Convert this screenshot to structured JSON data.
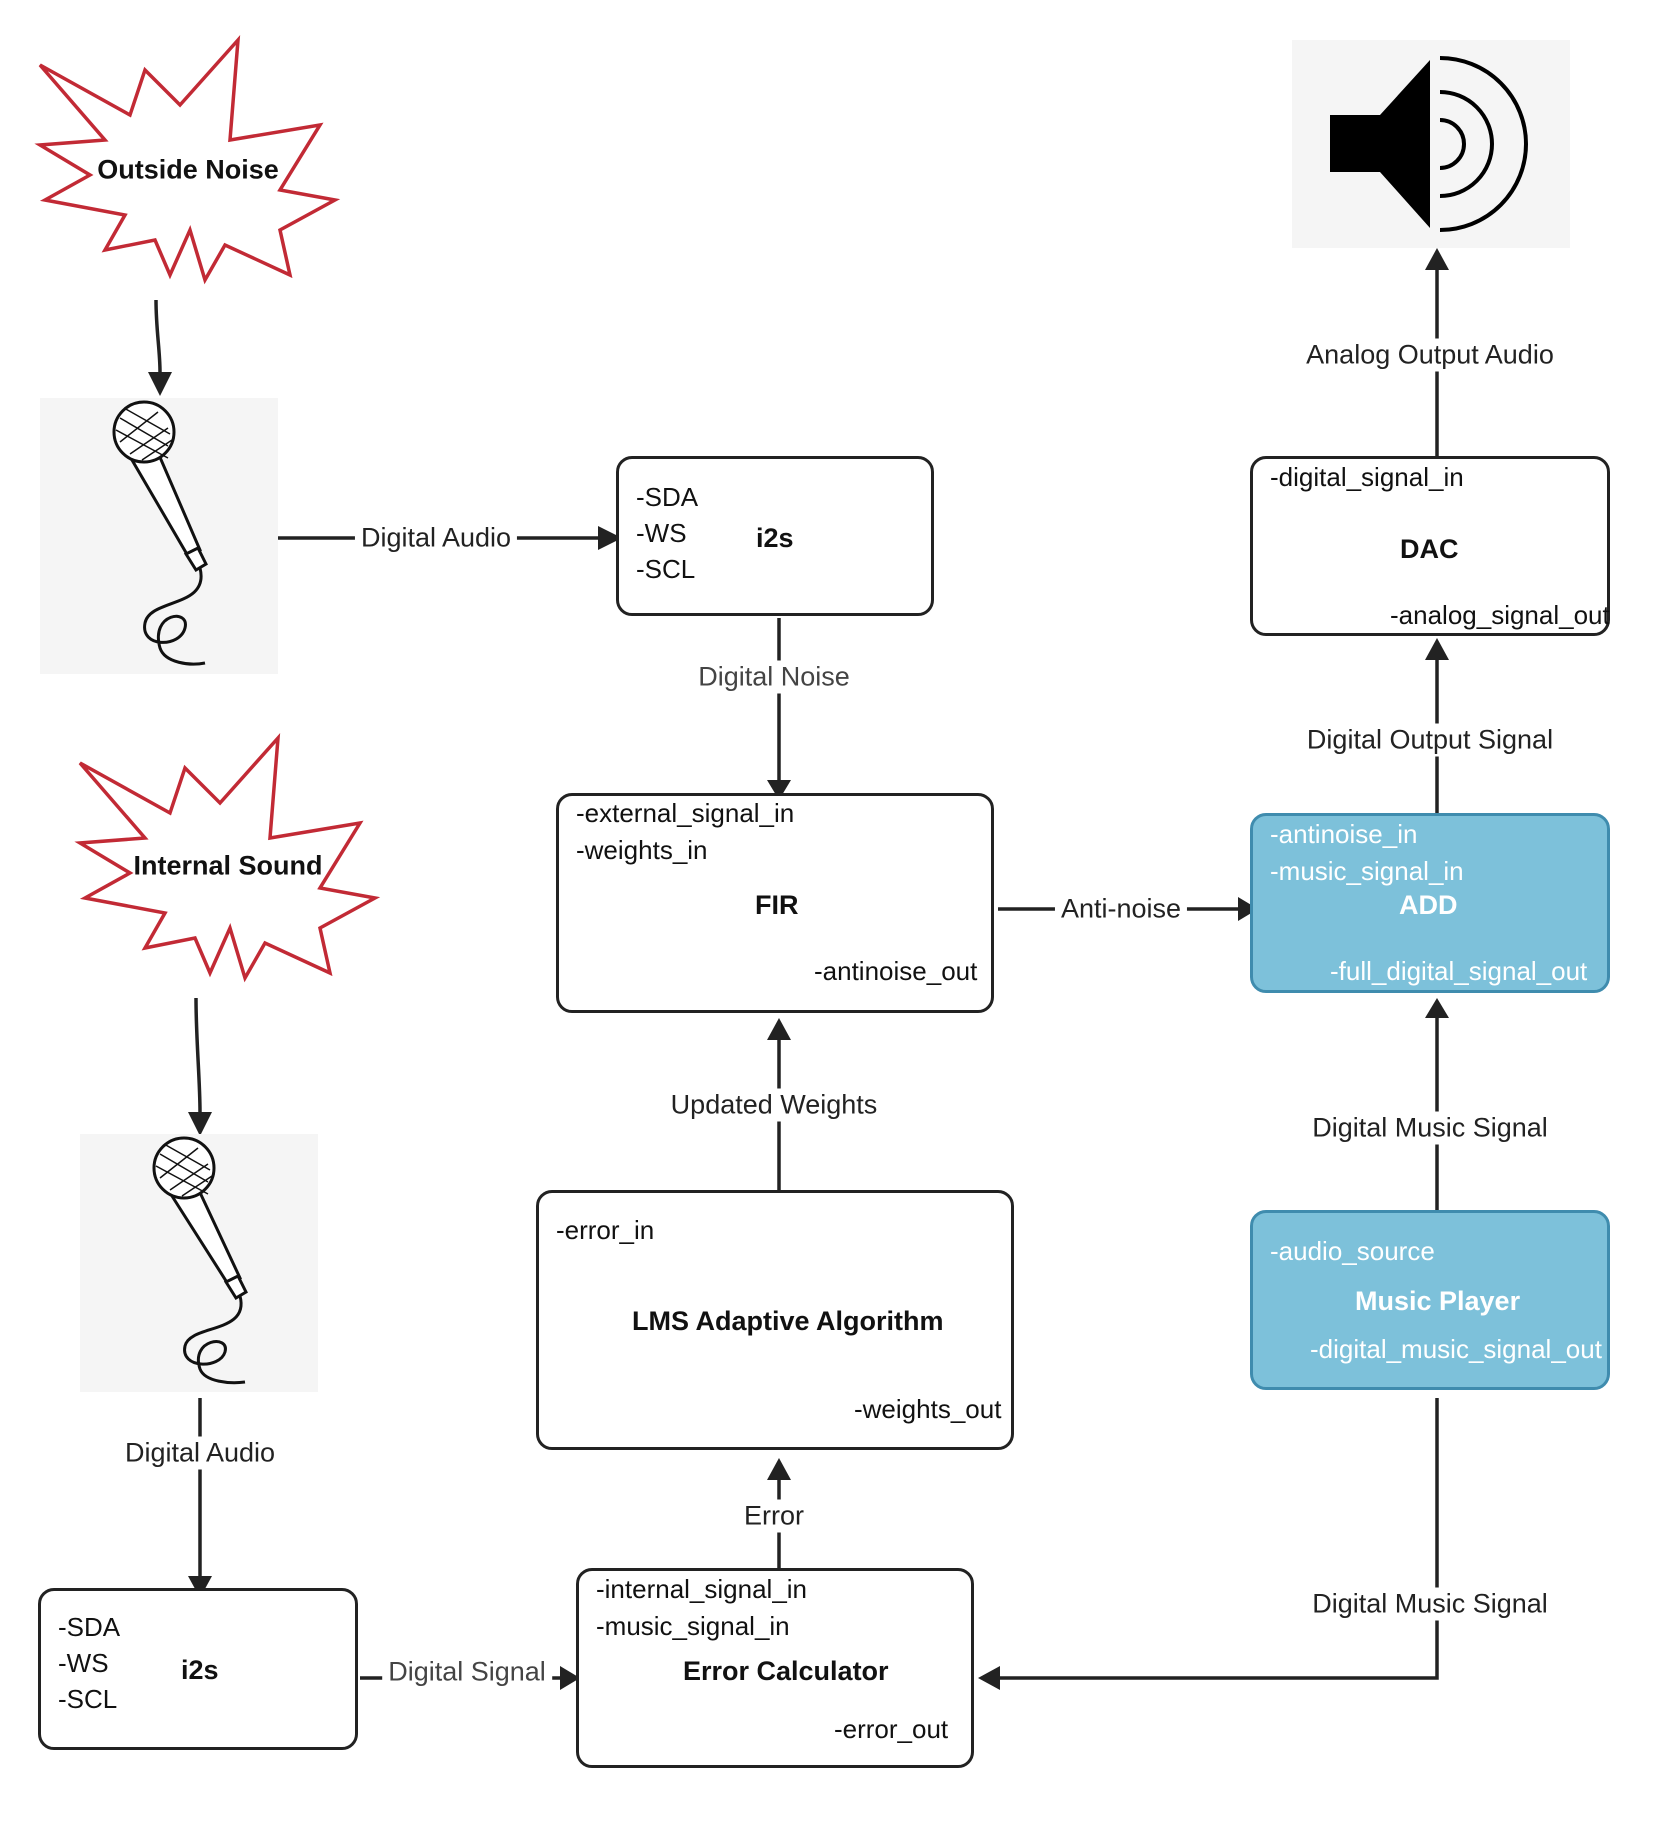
{
  "sources": {
    "outside_noise": "Outside Noise",
    "internal_sound": "Internal Sound"
  },
  "icons": {
    "mic_top": "microphone-icon",
    "mic_bottom": "microphone-icon",
    "speaker": "speaker-icon"
  },
  "colors": {
    "burst_stroke": "#c22a35",
    "block_blue": "#7dc1da",
    "block_blue_border": "#3f8cae",
    "line": "#222222"
  },
  "blocks": {
    "i2s_top": {
      "ports": [
        "-SDA",
        "-WS",
        "-SCL"
      ],
      "title": "i2s"
    },
    "fir": {
      "ports_in": [
        "-external_signal_in",
        "-weights_in"
      ],
      "title": "FIR",
      "port_out": "-antinoise_out"
    },
    "lms": {
      "port_in": "-error_in",
      "title": "LMS Adaptive Algorithm",
      "port_out": "-weights_out"
    },
    "i2s_bottom": {
      "ports": [
        "-SDA",
        "-WS",
        "-SCL"
      ],
      "title": "i2s"
    },
    "error_calc": {
      "ports_in": [
        "-internal_signal_in",
        "-music_signal_in"
      ],
      "title": "Error Calculator",
      "port_out": "-error_out"
    },
    "dac": {
      "port_in": "-digital_signal_in",
      "title": "DAC",
      "port_out": "-analog_signal_out"
    },
    "add": {
      "ports_in": [
        "-antinoise_in",
        "-music_signal_in"
      ],
      "title": "ADD",
      "port_out": "-full_digital_signal_out"
    },
    "music_player": {
      "port_in": "-audio_source",
      "title": "Music Player",
      "port_out": "-digital_music_signal_out"
    }
  },
  "edges": {
    "mic_to_i2s": "Digital Audio",
    "i2s_to_fir": "Digital Noise",
    "fir_to_add": "Anti-noise",
    "lms_to_fir": "Updated Weights",
    "error_to_lms": "Error",
    "mic2_to_i2s": "Digital Audio",
    "i2s_to_error": "Digital Signal",
    "music_to_error": "Digital Music Signal",
    "music_to_add": "Digital Music Signal",
    "add_to_dac": "Digital Output Signal",
    "dac_to_speaker": "Analog Output Audio"
  }
}
